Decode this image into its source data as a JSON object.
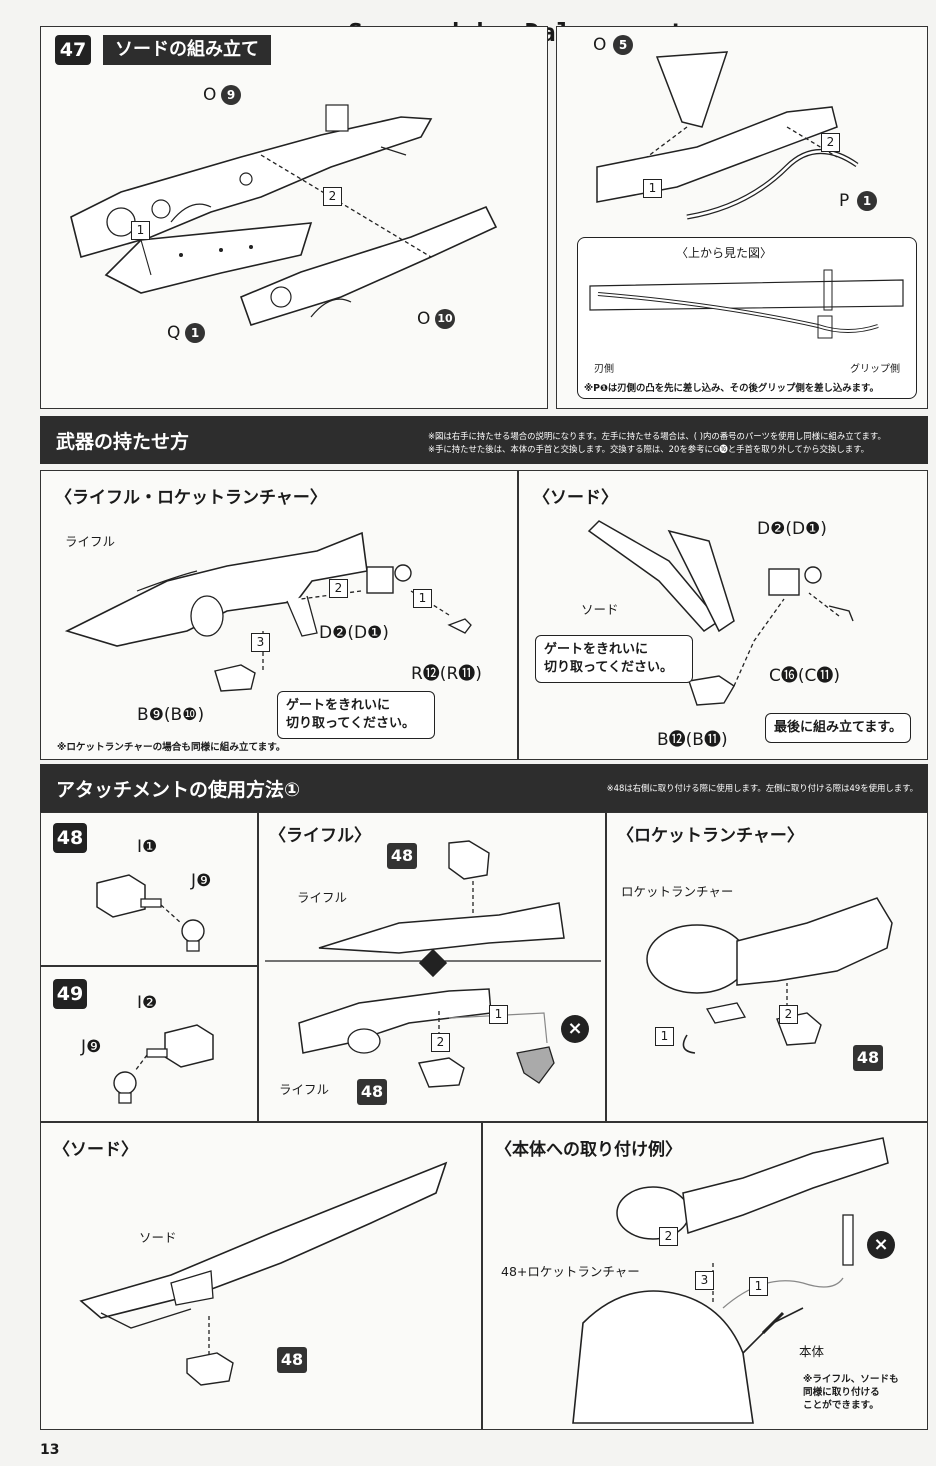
{
  "watermark": "Scanned by Dalong.net",
  "page_number": "13",
  "step47": {
    "number": "47",
    "title": "ソードの組み立て",
    "parts": {
      "o9": "O",
      "o9_num": "9",
      "q1": "Q",
      "q1_num": "1",
      "o10": "O",
      "o10_num": "10",
      "o5": "O",
      "o5_num": "5",
      "p1": "P",
      "p1_num": "1"
    },
    "steps": [
      "1",
      "2"
    ],
    "inset_title": "〈上から見た図〉",
    "blade_side": "刃側",
    "grip_side": "グリップ側",
    "note": "※P❶は刃側の凸を先に差し込み、その後グリップ側を差し込みます。"
  },
  "weapons": {
    "title": "武器の持たせ方",
    "note_line1": "※図は右手に持たせる場合の説明になります。左手に持たせる場合は、( )内の番号のパーツを使用し同様に組み立てます。",
    "note_line2": "※手に持たせた後は、本体の手首と交換します。交換する際は、20を参考にG⓰と手首を取り外してから交換します。",
    "rifle_title": "〈ライフル・ロケットランチャー〉",
    "rifle_label": "ライフル",
    "d_code": "D❷(D❶)",
    "r_code": "R⓬(R⓫)",
    "b_code_left": "B❾(B❿)",
    "gate_callout": "ゲートをきれいに\n切り取ってください。",
    "rocket_note": "※ロケットランチャーの場合も同様に組み立てます。",
    "sword_title": "〈ソード〉",
    "sword_label": "ソード",
    "d_code_right": "D❷(D❶)",
    "c_code": "C⓰(C⓫)",
    "b_code_right": "B⓬(B⓫)",
    "last_callout": "最後に組み立てます。",
    "steps": [
      "1",
      "2",
      "3"
    ]
  },
  "attachment": {
    "title": "アタッチメントの使用方法①",
    "note": "※48は右側に取り付ける際に使用します。左側に取り付ける際は49を使用します。",
    "step48": {
      "number": "48",
      "i_code": "I❶",
      "j_code": "J❾"
    },
    "step49": {
      "number": "49",
      "i_code": "I❷",
      "j_code": "J❾"
    },
    "rifle_title": "〈ライフル〉",
    "rifle_label": "ライフル",
    "rifle_label2": "ライフル",
    "rocket_title": "〈ロケットランチャー〉",
    "rocket_label": "ロケットランチャー",
    "sword_title": "〈ソード〉",
    "sword_label": "ソード",
    "mount_title": "〈本体への取り付け例〉",
    "mount_label": "48+ロケットランチャー",
    "body_label": "本体",
    "mount_note": "※ライフル、ソードも\n同様に取り付ける\nことができます。",
    "badge": "48",
    "steps": [
      "1",
      "2",
      "3"
    ]
  }
}
